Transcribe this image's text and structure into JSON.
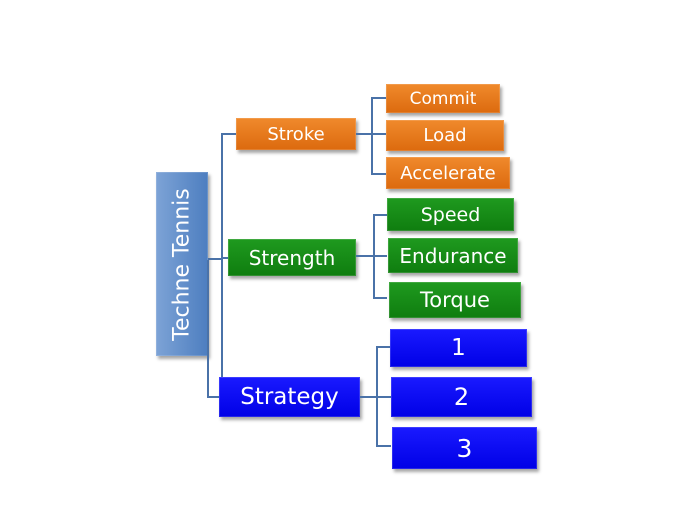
{
  "diagram": {
    "root": {
      "label": "Techne Tennis",
      "color": "#5b8ac8"
    },
    "branches": [
      {
        "label": "Stroke",
        "color": "#e2761a",
        "children": [
          "Commit",
          "Load",
          "Accelerate"
        ]
      },
      {
        "label": "Strength",
        "color": "#178a17",
        "children": [
          "Speed",
          "Endurance",
          "Torque"
        ]
      },
      {
        "label": "Strategy",
        "color": "#0a0af5",
        "children": [
          "1",
          "2",
          "3"
        ]
      }
    ],
    "connector_color": "#4a72a8"
  }
}
